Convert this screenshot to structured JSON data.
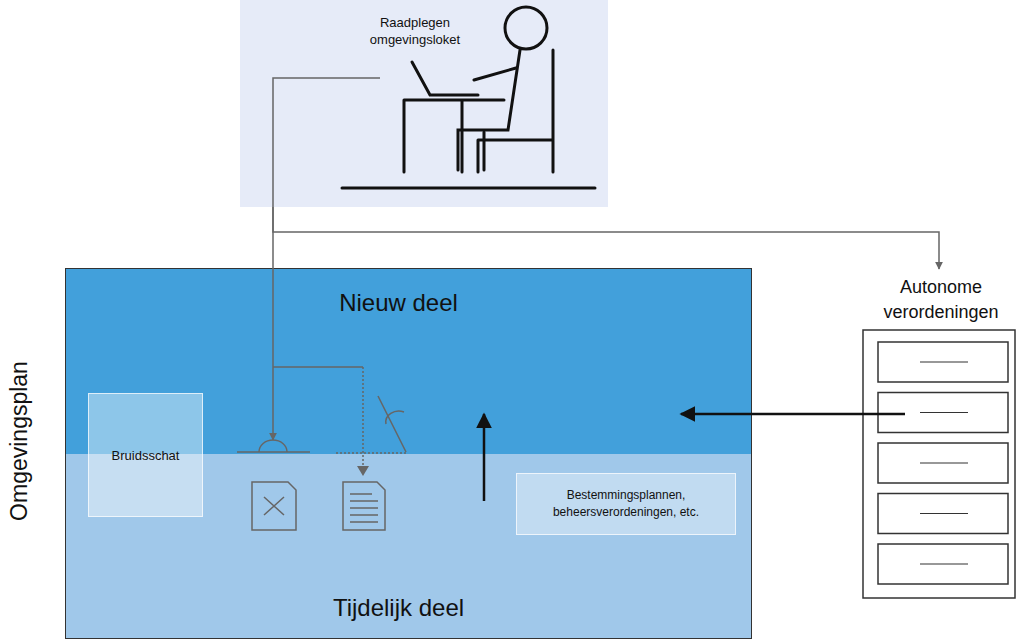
{
  "diagram": {
    "nodes": [
      {
        "text": [
          "Raadplegen omgevingsloket"
        ]
      },
      {
        "text": [
          "Omgevingsplan"
        ]
      },
      {
        "text": [
          "Nieuw deel"
        ],
        "in": 1
      },
      {
        "text": [
          "Tijdelijk deel"
        ],
        "in": 1
      },
      {
        "text": [
          "Bruidsschat"
        ],
        "in": 1
      },
      {
        "text": [
          "Bestemmingsplannen, beheersverordeningen, etc."
        ],
        "in": 3
      },
      {
        "text": [
          "Autonome verordeningen"
        ]
      }
    ],
    "edges": [
      {
        "from": 0,
        "to": 6,
        "arrow": "to"
      },
      {
        "from": 0,
        "to": 1,
        "arrow": "to"
      },
      {
        "from": 6,
        "to": 2,
        "arrow": "to"
      },
      {
        "from": 3,
        "to": 2,
        "arrow": "to"
      }
    ]
  }
}
